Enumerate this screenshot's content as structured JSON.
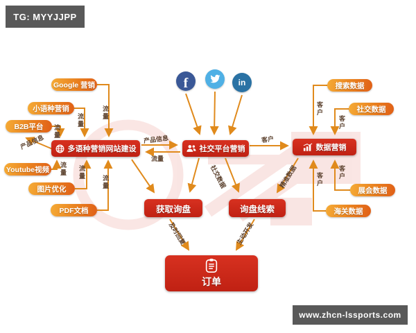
{
  "badges": {
    "tg": "TG: MYYJJPP",
    "url": "www.zhcn-lssports.com"
  },
  "nodes": {
    "website": "多语种营销网站建设",
    "social": "社交平台营销",
    "data_marketing": "数据营销",
    "inquiry": "获取询盘",
    "leads": "询盘线索",
    "order": "订单"
  },
  "left_sources": [
    "Google 营销",
    "小语种营销",
    "B2B平台",
    "Youtube视频",
    "图片优化",
    "PDF文档"
  ],
  "right_sources": [
    "搜索数据",
    "社交数据",
    "展会数据",
    "海关数据"
  ],
  "edge_labels": {
    "traffic": "流量",
    "product_info": "产品信息",
    "customer": "客户",
    "social_data": "社交数据",
    "precise_data": "精准数据",
    "timely_reply": "及时回复",
    "proactive_dev": "主动开发"
  },
  "social_platforms": {
    "facebook_glyph": "f",
    "twitter": "twitter-bird",
    "linkedin_glyph": "in"
  },
  "colors": {
    "node_red": "#c9251c",
    "source_orange": "#e9801f",
    "arrow_orange": "#e08a1c",
    "badge_gray": "#595959",
    "facebook_blue": "#3a5897",
    "twitter_blue": "#4fb0e5",
    "linkedin_blue": "#2a72a4",
    "edge_label_brown": "#5d4330"
  }
}
